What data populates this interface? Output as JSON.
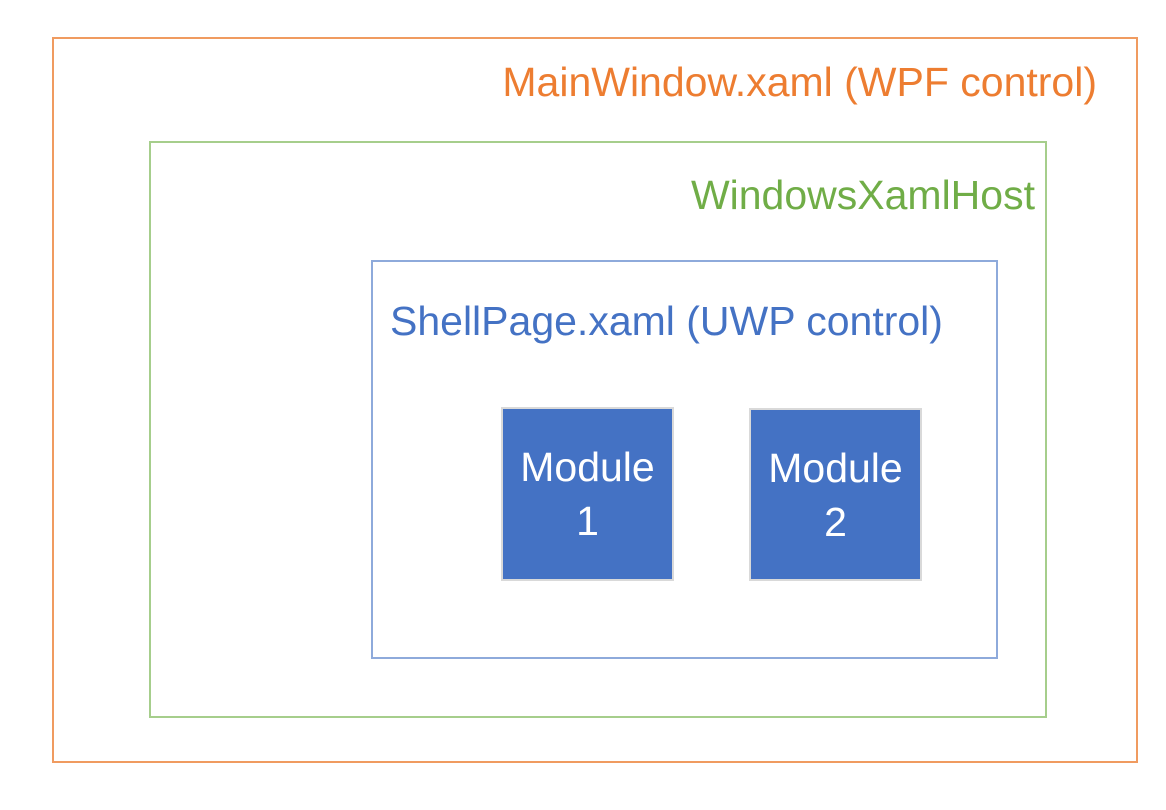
{
  "diagram": {
    "outer_box": {
      "label": "MainWindow.xaml (WPF control)",
      "text_color": "#ED7D31",
      "border_color": "#F09B60"
    },
    "host_box": {
      "label": "WindowsXamlHost",
      "text_color": "#70AD47",
      "border_color": "#A6CE8C"
    },
    "shell_box": {
      "label": "ShellPage.xaml (UWP control)",
      "text_color": "#4472C4",
      "border_color": "#8EAADB"
    },
    "modules": [
      {
        "label_line1": "Module",
        "label_line2": "1",
        "fill_color": "#4472C4",
        "border_color": "#D9D9D9",
        "text_color": "#FFFFFF"
      },
      {
        "label_line1": "Module",
        "label_line2": "2",
        "fill_color": "#4472C4",
        "border_color": "#D9D9D9",
        "text_color": "#FFFFFF"
      }
    ]
  }
}
